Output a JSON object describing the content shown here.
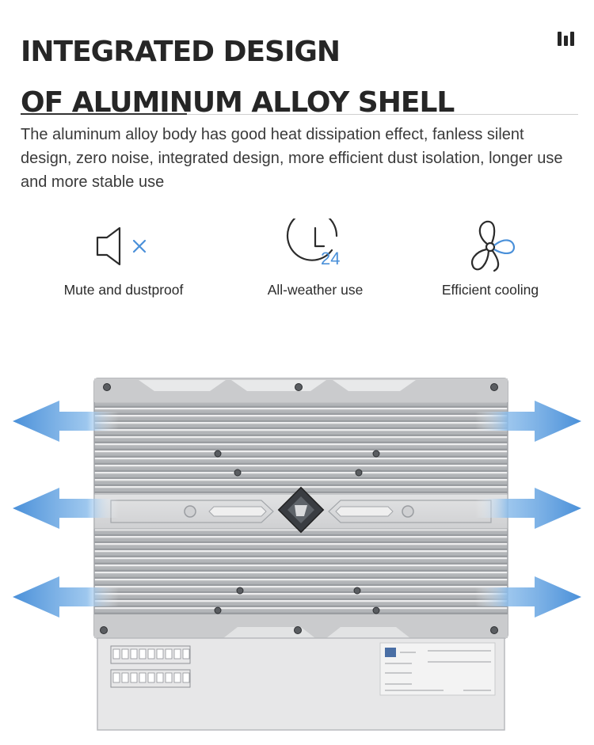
{
  "header": {
    "title_line1": "INTEGRATED DESIGN",
    "title_line2": "OF ALUMINUM ALLOY SHELL",
    "brand_icon": "brand-logo-mark"
  },
  "description": "The aluminum alloy body has good heat dissipation effect, fanless silent design, zero noise, integrated design, more efficient dust isolation, longer use and more stable use",
  "features": [
    {
      "label": "Mute and dustproof",
      "icon": "speaker-mute-icon"
    },
    {
      "label": "All-weather use",
      "icon": "clock-24-icon",
      "icon_text": "24"
    },
    {
      "label": "Efficient cooling",
      "icon": "fan-icon"
    }
  ],
  "colors": {
    "title": "#262626",
    "text": "#3a3a3a",
    "accent": "#4a90d9",
    "arrow": "#5a9fe0",
    "chassis": "#c4c6c8"
  }
}
